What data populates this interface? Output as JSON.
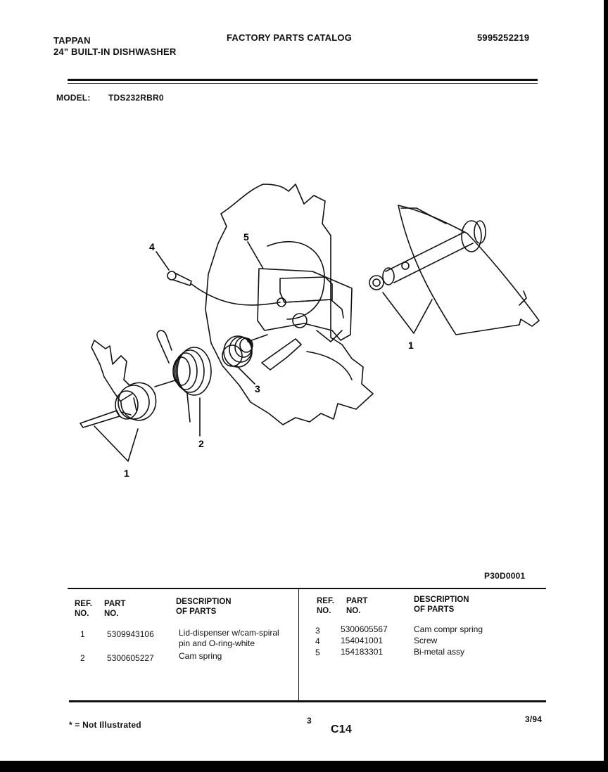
{
  "header": {
    "brand": "TAPPAN",
    "subtitle": "24\" BUILT-IN DISHWASHER",
    "catalog": "FACTORY PARTS CATALOG",
    "catalog_no": "5995252219",
    "model_label": "MODEL:",
    "model_value": "TDS232RBR0"
  },
  "diagram": {
    "code": "P30D0001",
    "callouts": [
      "1",
      "1",
      "2",
      "3",
      "4",
      "5"
    ]
  },
  "table": {
    "headers_left": {
      "ref": "REF.",
      "ref2": "NO.",
      "part": "PART",
      "part2": "NO.",
      "desc": "DESCRIPTION",
      "desc2": "OF PARTS"
    },
    "headers_right": {
      "ref": "REF.",
      "ref2": "NO.",
      "part": "PART",
      "part2": "NO.",
      "desc": "DESCRIPTION",
      "desc2": "OF PARTS"
    },
    "rows_left": [
      {
        "ref": "1",
        "part": "5309943106",
        "desc": "Lid-dispenser w/cam-spiral",
        "desc2": "pin and O-ring-white"
      },
      {
        "ref": "2",
        "part": "5300605227",
        "desc": "Cam spring",
        "desc2": ""
      }
    ],
    "rows_right": [
      {
        "ref": "3",
        "part": "5300605567",
        "desc": "Cam compr spring"
      },
      {
        "ref": "4",
        "part": "154041001",
        "desc": "Screw"
      },
      {
        "ref": "5",
        "part": "154183301",
        "desc": "Bi-metal assy"
      }
    ]
  },
  "footer": {
    "note": "* = Not Illustrated",
    "page_no": "3",
    "section": "C14",
    "date": "3/94"
  }
}
